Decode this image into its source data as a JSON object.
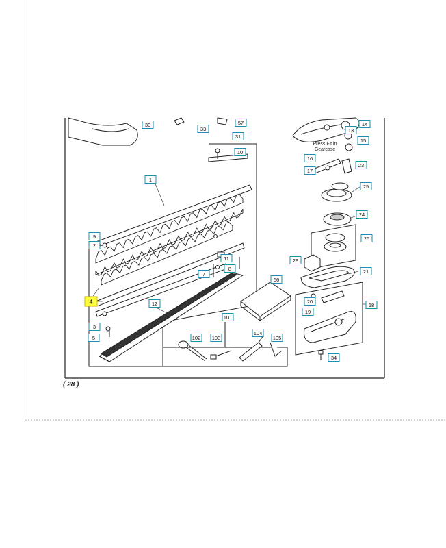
{
  "page_number_label": "( 28 )",
  "note_text": [
    "Press Fit in",
    "Gearcase"
  ],
  "highlighted_callout": "4",
  "colors": {
    "callout_border": "#1a8fb0",
    "highlight": "#ffff3a",
    "frame": "#222222"
  },
  "callouts": [
    "30",
    "33",
    "57",
    "31",
    "14",
    "16",
    "15",
    "13",
    "17",
    "23",
    "10",
    "1",
    "25",
    "24",
    "9",
    "2",
    "25",
    "29",
    "11",
    "7",
    "8",
    "21",
    "56",
    "4",
    "12",
    "20",
    "18",
    "3",
    "19",
    "101",
    "5",
    "102",
    "103",
    "104",
    "105",
    "34"
  ]
}
